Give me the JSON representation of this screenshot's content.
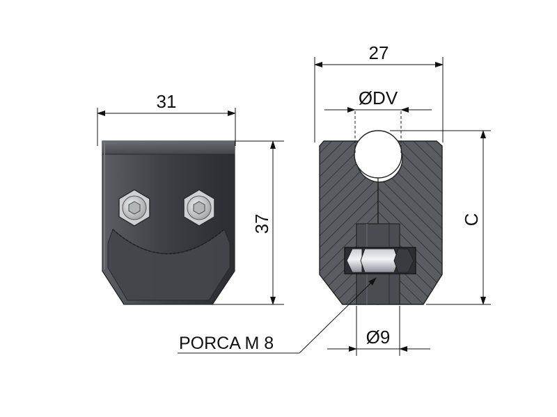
{
  "dimensions": {
    "front_width": "31",
    "height": "37",
    "side_width": "27",
    "bore_diameter": "ØDV",
    "center_height": "C",
    "hole_diameter": "Ø9"
  },
  "annotations": {
    "nut_label": "PORCA M 8"
  },
  "colors": {
    "body_dark": "#3f4147",
    "body_light": "#6a6c72",
    "hatch_fill": "#55575d",
    "hatch_line": "#2e2f33",
    "bolt_metal": "#d9d9dc",
    "dimension_line": "#111111"
  }
}
